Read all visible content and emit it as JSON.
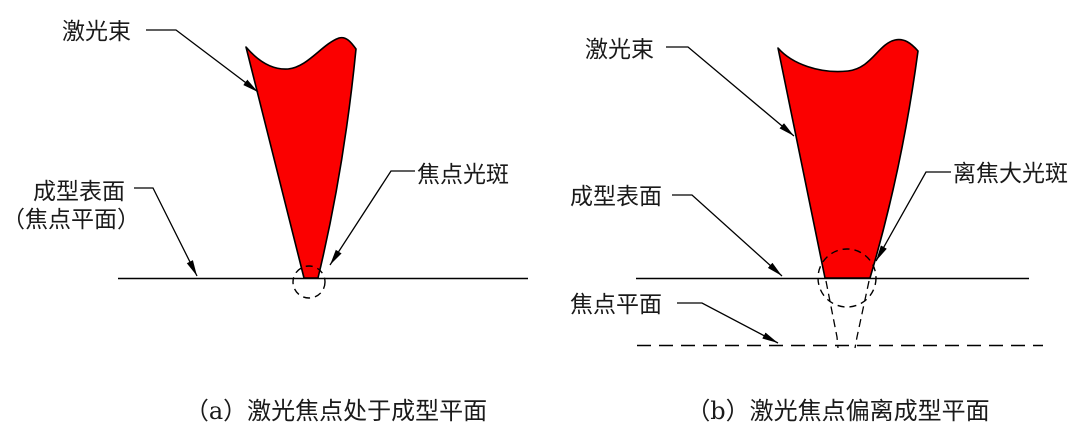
{
  "figure": {
    "background_color": "#ffffff",
    "beam_color": "#fb0000",
    "line_color": "#000000",
    "panels": [
      {
        "id": "a",
        "labels": {
          "laser_beam": "激光束",
          "surface": "成型表面",
          "surface_paren": "（焦点平面）",
          "focal_spot": "焦点光斑"
        },
        "caption": "（a）激光焦点处于成型平面"
      },
      {
        "id": "b",
        "labels": {
          "laser_beam": "激光束",
          "surface": "成型表面",
          "defocus_spot": "离焦大光斑",
          "focal_plane": "焦点平面"
        },
        "caption": "（b）激光焦点偏离成型平面"
      }
    ]
  }
}
